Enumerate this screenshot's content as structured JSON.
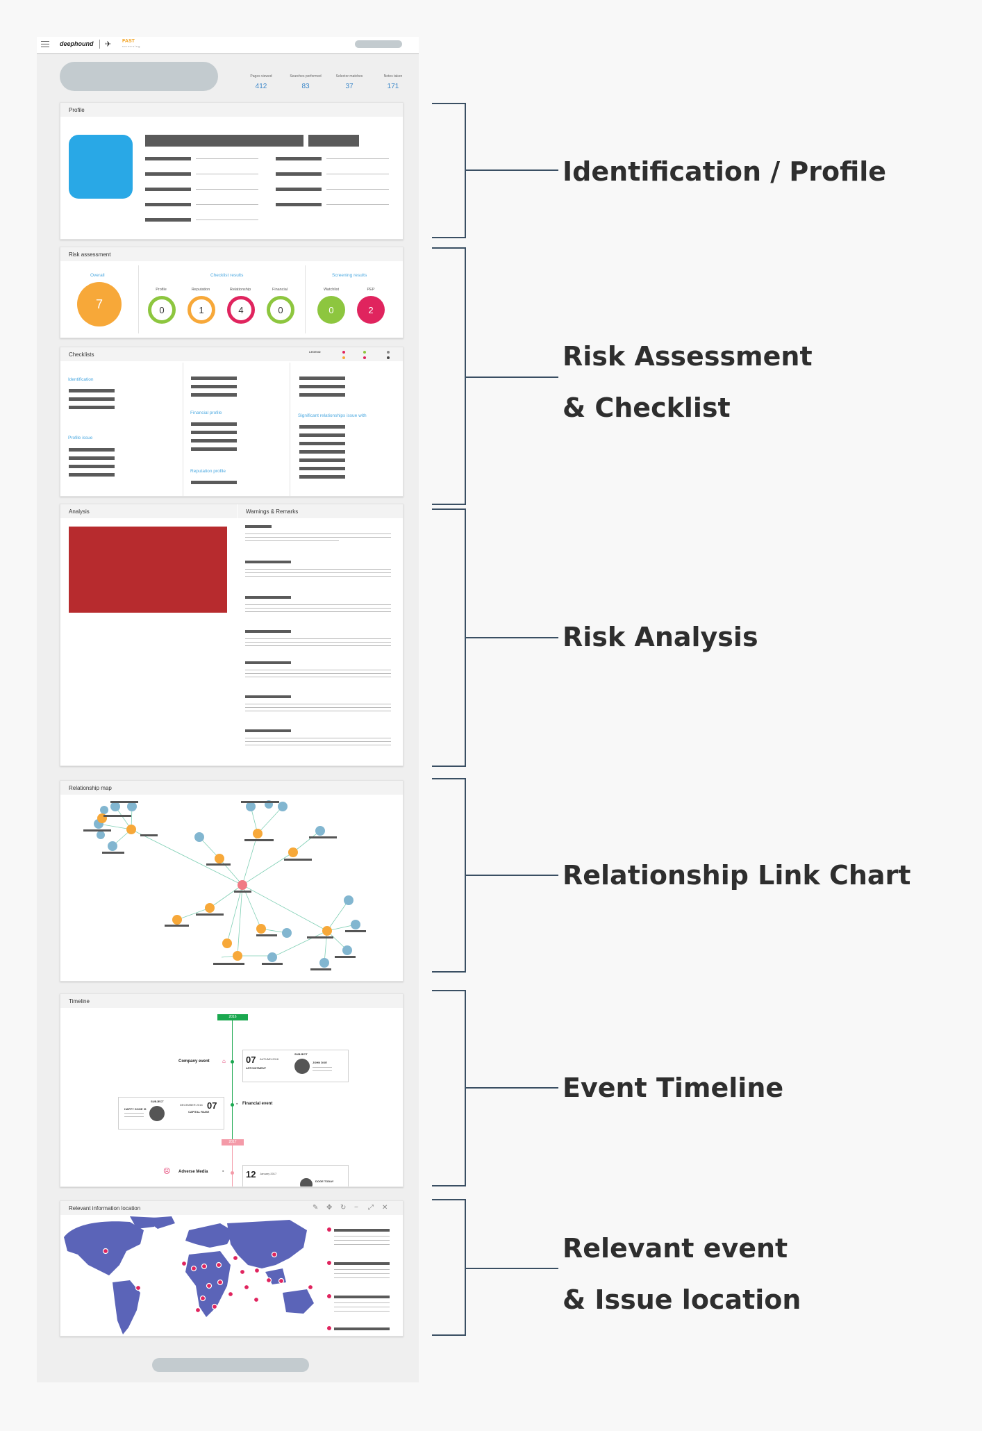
{
  "app": {
    "brand": "deephound",
    "brand_sub": "FAST",
    "brand_sub2": "screening"
  },
  "stats": [
    {
      "label": "Pages viewed",
      "value": "412"
    },
    {
      "label": "Searches performed",
      "value": "83"
    },
    {
      "label": "Selector matches",
      "value": "37"
    },
    {
      "label": "Notes taken",
      "value": "171"
    }
  ],
  "profile": {
    "title": "Profile"
  },
  "risk": {
    "title": "Risk assessment",
    "overall_label": "Overall",
    "overall_value": "7",
    "checklist_label": "Checklist results",
    "screening_label": "Screening results",
    "checklist_items": [
      {
        "label": "Profile",
        "value": "0",
        "color": "#8dc63f"
      },
      {
        "label": "Reputation",
        "value": "1",
        "color": "#f7a839"
      },
      {
        "label": "Relationship",
        "value": "4",
        "color": "#e0245e"
      },
      {
        "label": "Financial",
        "value": "0",
        "color": "#8dc63f"
      }
    ],
    "screening_items": [
      {
        "label": "Watchlist",
        "value": "0",
        "color": "#8dc63f"
      },
      {
        "label": "PEP",
        "value": "2",
        "color": "#e0245e"
      }
    ]
  },
  "checklists": {
    "title": "Checklists",
    "legend": "LEGEND",
    "col1": [
      "Identification",
      "Profile issue"
    ],
    "col2": [
      "Financial profile",
      "Reputation profile"
    ],
    "col3": [
      "Significant relationships issue with"
    ]
  },
  "analysis": {
    "title": "Analysis",
    "warnings_title": "Warnings & Remarks"
  },
  "relmap": {
    "title": "Relationship map"
  },
  "timeline": {
    "title": "Timeline",
    "year1": "2016",
    "year2": "2017",
    "event1": "Company event",
    "event2": "Financial event",
    "event3": "Adverse Media",
    "card1_day": "07",
    "card1_month": "AUTUMN 2016",
    "card1_type": "APPOINTMENT",
    "card1_subject": "SUBJECT",
    "card1_name": "JOHN DOE",
    "card2_day": "07",
    "card2_month": "DECEMBER 2016",
    "card2_type": "CAPITAL RAISE",
    "card2_subject": "SUBJECT",
    "card2_name": "HAPPY DOGE IS",
    "card3_day": "12",
    "card3_month": "January 2017",
    "card3_name": "DOGE TODAY"
  },
  "map": {
    "title": "Relevant information location"
  },
  "annotations": [
    "Identification / Profile",
    "Risk Assessment & Checklist",
    "Risk Analysis",
    "Relationship Link Chart",
    "Event Timeline",
    "Relevant event & Issue location"
  ],
  "colors": {
    "accent_blue": "#29a8e6",
    "overall_orange": "#f7a839",
    "analysis_red": "#b72b2e",
    "map_blue": "#5b64b8",
    "timeline_green": "#1aa84f",
    "timeline_pink": "#f49aa8"
  }
}
